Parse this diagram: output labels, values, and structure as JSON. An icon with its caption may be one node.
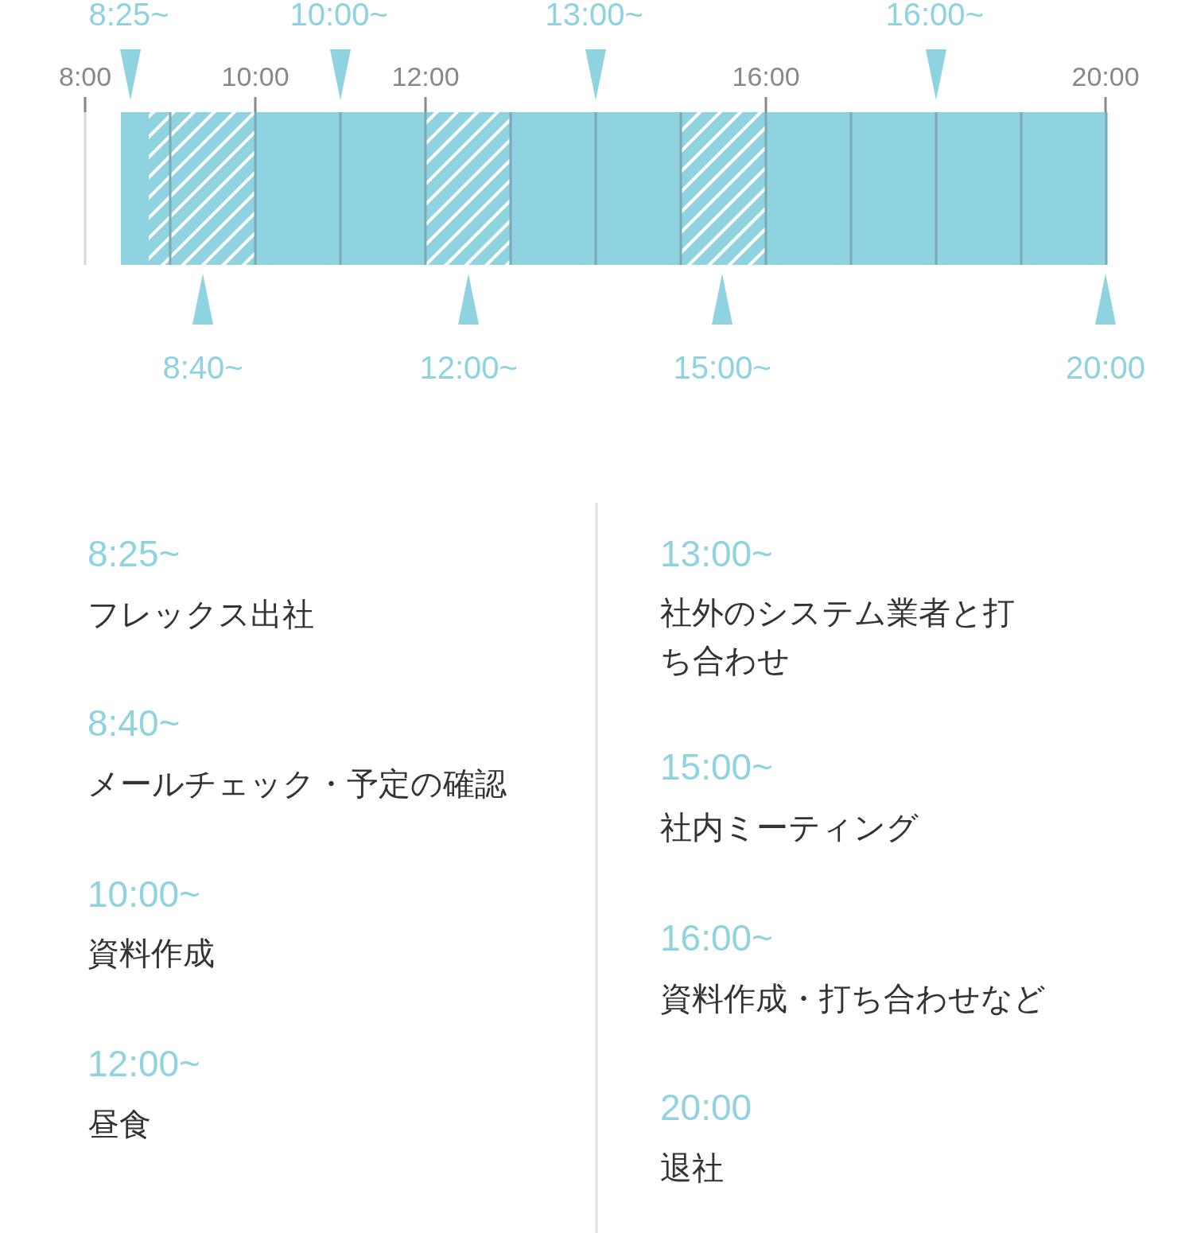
{
  "diagram": {
    "labels": [
      "8:25~",
      "10:00~",
      "13:00~",
      "16:00~",
      "8:00",
      "10:00",
      "12:00",
      "16:00",
      "20:00",
      "8:40~",
      "12:00~",
      "15:00~",
      "20:00",
      "8:25~",
      "フレックス出社",
      "8:40~",
      "メールチェック・予定の確認",
      "10:00~",
      "資料作成",
      "12:00~",
      "昼食",
      "13:00~",
      "社外のシステム業者と打ち合わせ",
      "15:00~",
      "社内ミーティング",
      "16:00~",
      "資料作成・打ち合わせなど",
      "20:00",
      "退社"
    ]
  }
}
